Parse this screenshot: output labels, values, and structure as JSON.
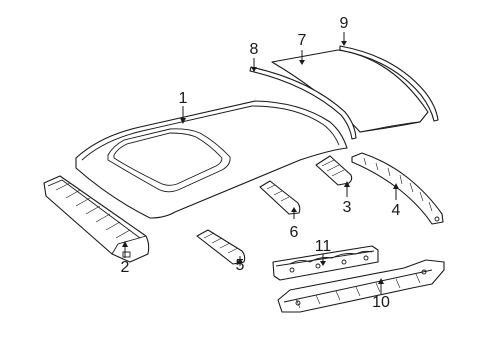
{
  "callouts": {
    "c1": "1",
    "c2": "2",
    "c3": "3",
    "c4": "4",
    "c5": "5",
    "c6": "6",
    "c7": "7",
    "c8": "8",
    "c9": "9",
    "c10": "10",
    "c11": "11"
  },
  "parts": [
    {
      "id": "1",
      "icon": "roof-panel-with-sunroof-opening"
    },
    {
      "id": "2",
      "icon": "front-header-rail"
    },
    {
      "id": "3",
      "icon": "roof-bow-rear"
    },
    {
      "id": "4",
      "icon": "side-rail-right"
    },
    {
      "id": "5",
      "icon": "roof-bow-front"
    },
    {
      "id": "6",
      "icon": "roof-bow-center"
    },
    {
      "id": "7",
      "icon": "roof-panel"
    },
    {
      "id": "8",
      "icon": "molding-left"
    },
    {
      "id": "9",
      "icon": "molding-right"
    },
    {
      "id": "10",
      "icon": "rear-header-rail"
    },
    {
      "id": "11",
      "icon": "reinforcement-bracket"
    }
  ],
  "colors": {
    "line": "#1a1a1a",
    "background": "#ffffff"
  }
}
